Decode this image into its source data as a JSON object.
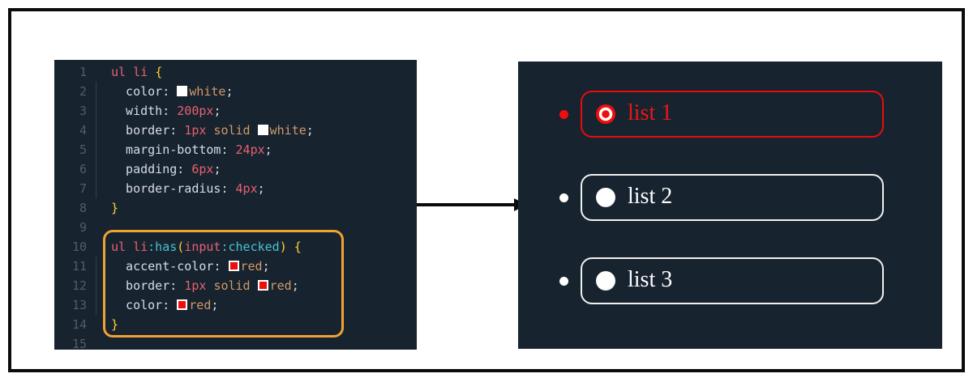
{
  "colors": {
    "frame_border": "#0c0c0c",
    "editor_bg": "#182330",
    "preview_bg": "#182330",
    "highlight_border": "#f0a232",
    "accent_red": "#f10d0d",
    "box_border_white": "#f0f0f0",
    "token_selector": "#e8606e",
    "token_brace": "#ffd232",
    "token_property": "#d6dce4",
    "token_keyword": "#d19a66",
    "token_function": "#46c3d2",
    "line_number": "#4f5c6c"
  },
  "code_panel": {
    "lines": [
      {
        "n": "1",
        "guide": false,
        "tokens": [
          {
            "c": "sel",
            "t": "ul li"
          },
          {
            "c": "punc",
            "t": " "
          },
          {
            "c": "brace",
            "t": "{"
          }
        ]
      },
      {
        "n": "2",
        "guide": true,
        "tokens": [
          {
            "c": "prop",
            "t": "  color"
          },
          {
            "c": "punc",
            "t": ": "
          },
          {
            "c": "swatch-white",
            "t": ""
          },
          {
            "c": "kw",
            "t": "white"
          },
          {
            "c": "punc",
            "t": ";"
          }
        ]
      },
      {
        "n": "3",
        "guide": true,
        "tokens": [
          {
            "c": "prop",
            "t": "  width"
          },
          {
            "c": "punc",
            "t": ": "
          },
          {
            "c": "num",
            "t": "200px"
          },
          {
            "c": "punc",
            "t": ";"
          }
        ]
      },
      {
        "n": "4",
        "guide": true,
        "tokens": [
          {
            "c": "prop",
            "t": "  border"
          },
          {
            "c": "punc",
            "t": ": "
          },
          {
            "c": "num",
            "t": "1px"
          },
          {
            "c": "punc",
            "t": " "
          },
          {
            "c": "kw",
            "t": "solid"
          },
          {
            "c": "punc",
            "t": " "
          },
          {
            "c": "swatch-white",
            "t": ""
          },
          {
            "c": "kw",
            "t": "white"
          },
          {
            "c": "punc",
            "t": ";"
          }
        ]
      },
      {
        "n": "5",
        "guide": true,
        "tokens": [
          {
            "c": "prop",
            "t": "  margin-bottom"
          },
          {
            "c": "punc",
            "t": ": "
          },
          {
            "c": "num",
            "t": "24px"
          },
          {
            "c": "punc",
            "t": ";"
          }
        ]
      },
      {
        "n": "6",
        "guide": true,
        "tokens": [
          {
            "c": "prop",
            "t": "  padding"
          },
          {
            "c": "punc",
            "t": ": "
          },
          {
            "c": "num",
            "t": "6px"
          },
          {
            "c": "punc",
            "t": ";"
          }
        ]
      },
      {
        "n": "7",
        "guide": true,
        "tokens": [
          {
            "c": "prop",
            "t": "  border-radius"
          },
          {
            "c": "punc",
            "t": ": "
          },
          {
            "c": "num",
            "t": "4px"
          },
          {
            "c": "punc",
            "t": ";"
          }
        ]
      },
      {
        "n": "8",
        "guide": false,
        "tokens": [
          {
            "c": "brace",
            "t": "}"
          }
        ]
      },
      {
        "n": "9",
        "guide": false,
        "tokens": []
      },
      {
        "n": "10",
        "guide": false,
        "tokens": [
          {
            "c": "sel",
            "t": "ul li"
          },
          {
            "c": "fn",
            "t": ":has"
          },
          {
            "c": "brace",
            "t": "("
          },
          {
            "c": "sel",
            "t": "input"
          },
          {
            "c": "fn",
            "t": ":checked"
          },
          {
            "c": "brace",
            "t": ")"
          },
          {
            "c": "punc",
            "t": " "
          },
          {
            "c": "brace",
            "t": "{"
          }
        ]
      },
      {
        "n": "11",
        "guide": true,
        "tokens": [
          {
            "c": "prop",
            "t": "  accent-color"
          },
          {
            "c": "punc",
            "t": ": "
          },
          {
            "c": "swatch-red",
            "t": ""
          },
          {
            "c": "kw",
            "t": "red"
          },
          {
            "c": "punc",
            "t": ";"
          }
        ]
      },
      {
        "n": "12",
        "guide": true,
        "tokens": [
          {
            "c": "prop",
            "t": "  border"
          },
          {
            "c": "punc",
            "t": ": "
          },
          {
            "c": "num",
            "t": "1px"
          },
          {
            "c": "punc",
            "t": " "
          },
          {
            "c": "kw",
            "t": "solid"
          },
          {
            "c": "punc",
            "t": " "
          },
          {
            "c": "swatch-red",
            "t": ""
          },
          {
            "c": "kw",
            "t": "red"
          },
          {
            "c": "punc",
            "t": ";"
          }
        ]
      },
      {
        "n": "13",
        "guide": true,
        "tokens": [
          {
            "c": "prop",
            "t": "  color"
          },
          {
            "c": "punc",
            "t": ": "
          },
          {
            "c": "swatch-red",
            "t": ""
          },
          {
            "c": "kw",
            "t": "red"
          },
          {
            "c": "punc",
            "t": ";"
          }
        ]
      },
      {
        "n": "14",
        "guide": false,
        "tokens": [
          {
            "c": "brace",
            "t": "}"
          }
        ]
      },
      {
        "n": "15",
        "guide": false,
        "tokens": []
      }
    ],
    "highlighted_lines": "10-14"
  },
  "arrow": {
    "direction": "right",
    "color": "#0c0c0c"
  },
  "preview": {
    "items": [
      {
        "label": "list 1",
        "checked": true
      },
      {
        "label": "list 2",
        "checked": false
      },
      {
        "label": "list 3",
        "checked": false
      }
    ]
  }
}
